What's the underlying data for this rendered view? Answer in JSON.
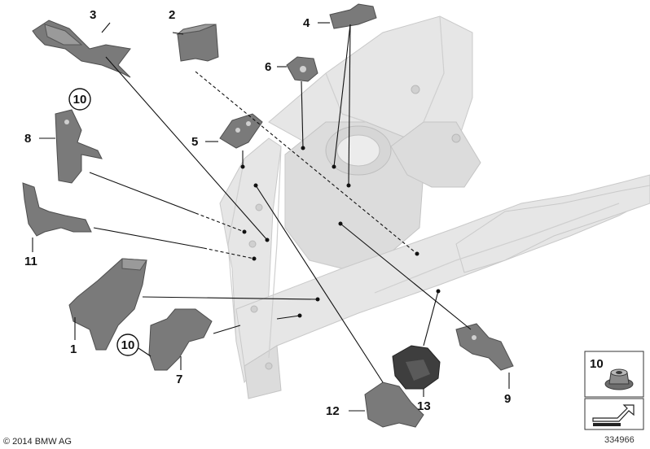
{
  "copyright": "© 2014 BMW AG",
  "diagram_number": "334966",
  "callouts": {
    "c1": "1",
    "c2": "2",
    "c3": "3",
    "c4": "4",
    "c5": "5",
    "c6": "6",
    "c7": "7",
    "c8": "8",
    "c9": "9",
    "c10a": "10",
    "c10b": "10",
    "c11": "11",
    "c12": "12",
    "c13": "13"
  },
  "legend": {
    "nut_label": "10"
  },
  "colors": {
    "body": "#e6e6e6",
    "part": "#7a7a7a",
    "line": "#111111"
  },
  "icons": [
    "flange-nut-icon",
    "arrow-direction-icon"
  ]
}
